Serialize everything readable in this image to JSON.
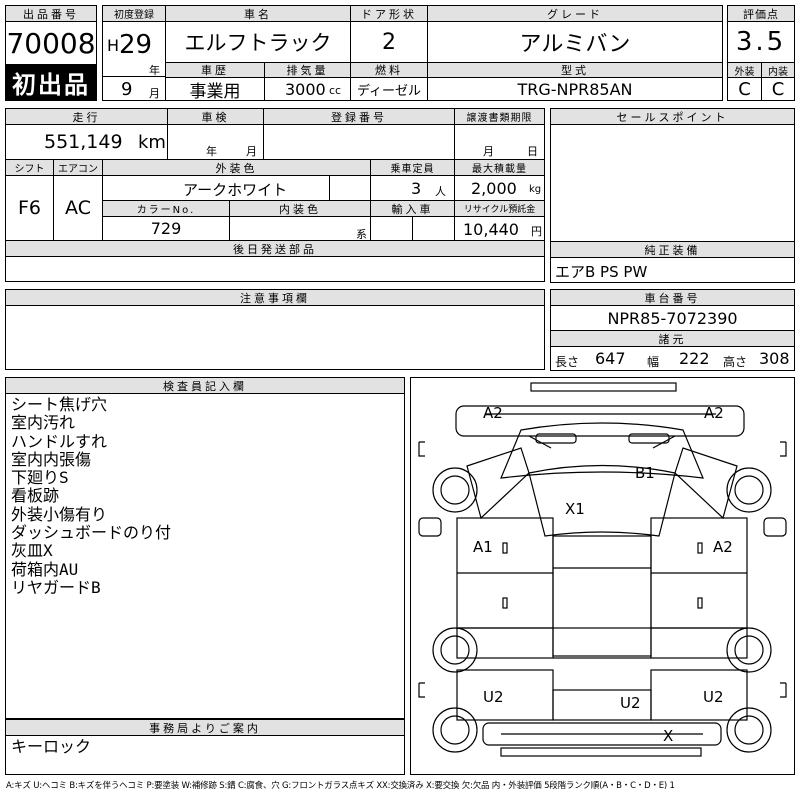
{
  "labels": {
    "lot_no": "出品番号",
    "first_reg": "初度登録",
    "car_name": "車名",
    "door": "ドア形状",
    "grade": "グレード",
    "score": "評価点",
    "history": "車歴",
    "displacement": "排気量",
    "fuel": "燃料",
    "model": "型式",
    "exterior_grade": "外装",
    "interior_grade": "内装",
    "mileage": "走行",
    "inspection": "車検",
    "reg_no": "登録番号",
    "transfer_deadline": "譲渡書類期限",
    "sales_points": "セールスポイント",
    "shift": "シフト",
    "aircon": "エアコン",
    "ext_color": "外装色",
    "capacity": "乗車定員",
    "max_load": "最大積載量",
    "color_no": "カラーNo.",
    "int_color": "内装色",
    "import": "輸入車",
    "recycle": "リサイクル預託金",
    "later_parts": "後日発送部品",
    "genuine_equip": "純正装備",
    "caution": "注意事項欄",
    "chassis_no": "車台番号",
    "dimensions": "諸元",
    "inspector": "検査員記入欄",
    "office": "事務局よりご案内"
  },
  "units": {
    "year": "年",
    "month": "月",
    "day": "日",
    "km": "km",
    "cc": "cc",
    "persons": "人",
    "kg": "kg",
    "yen": "円",
    "kei": "系",
    "length": "長さ",
    "width": "幅",
    "height": "高さ"
  },
  "listing": {
    "lot_number": "70008",
    "first_time_badge": "初出品",
    "era": "H",
    "reg_year": "29",
    "reg_month": "9",
    "car_name": "エルフトラック",
    "doors": "2",
    "grade": "アルミバン",
    "score": "3.5",
    "history": "事業用",
    "displacement": "3000",
    "fuel": "ディーゼル",
    "model_code": "TRG-NPR85AN",
    "exterior_grade": "C",
    "interior_grade": "C",
    "mileage": "551,149",
    "shift": "F6",
    "aircon": "AC",
    "ext_color": "アークホワイト",
    "capacity": "3",
    "max_load": "2,000",
    "color_no": "729",
    "recycle_fee": "10,440",
    "genuine_equipment": "エアB PS PW",
    "chassis_number": "NPR85-7072390",
    "length": "647",
    "width": "222",
    "height": "308"
  },
  "inspector_notes": [
    "シート焦げ穴",
    "室内汚れ",
    "ハンドルすれ",
    "室内内張傷",
    "下廻りS",
    "看板跡",
    "外装小傷有り",
    "ダッシュボードのり付",
    "灰皿X",
    "荷箱内AU",
    "リヤガードB"
  ],
  "office_note": "キーロック",
  "diagram_marks": {
    "front_left": "A2",
    "front_right": "A2",
    "hood": "B1",
    "cab": "X1",
    "left_side": "A1",
    "right_side": "A2",
    "rear_left": "U2",
    "rear_center": "U2",
    "rear_right": "U2",
    "rear_bumper": "X"
  },
  "legend": "A:キズ U:ヘコミ B:キズを伴うヘコミ P:要塗装 W:補修跡 S:錆 C:腐食、穴 G:フロントガラス点キズ XX:交換済み X:要交換 欠:欠品 内・外装評価 5段階ランク順(A・B・C・D・E) 1"
}
